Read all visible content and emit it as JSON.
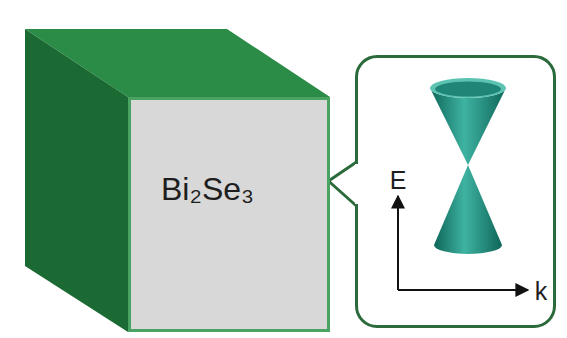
{
  "diagram": {
    "nodes": [
      {
        "text": [
          "Bi₂Se₃"
        ]
      },
      {
        "text": [
          "E",
          "k"
        ]
      }
    ],
    "edges": [
      {
        "from": 0,
        "to": 1,
        "arrow": "none"
      }
    ]
  }
}
